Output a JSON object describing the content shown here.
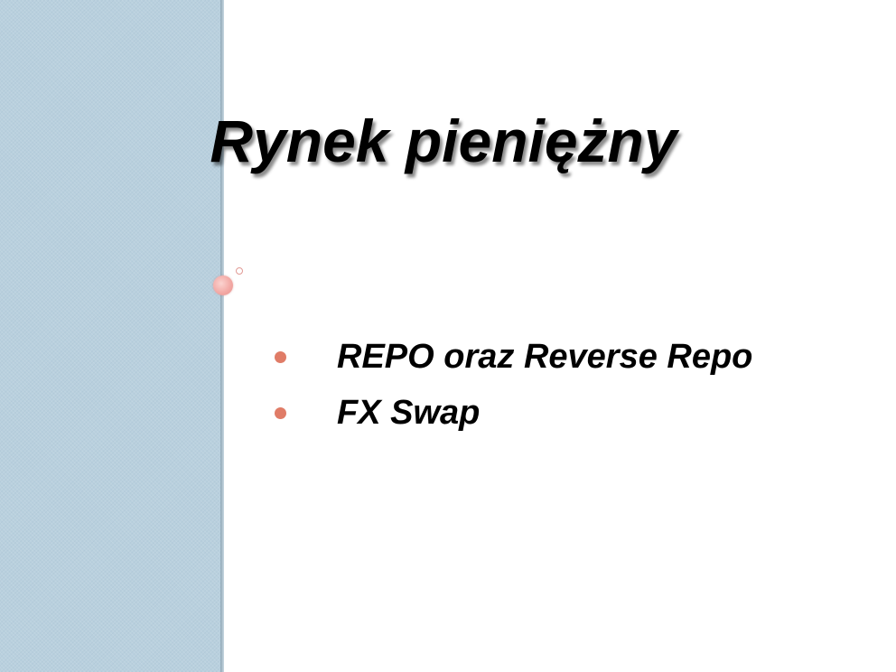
{
  "slide": {
    "title": "Rynek pieniężny",
    "bullets": [
      {
        "text": "REPO oraz Reverse Repo"
      },
      {
        "text": "FX Swap"
      }
    ]
  },
  "colors": {
    "side_panel": "#b9d0de",
    "bullet": "#e07c67",
    "accent_circle": "#f3aaa6",
    "text": "#000000",
    "background": "#ffffff"
  }
}
